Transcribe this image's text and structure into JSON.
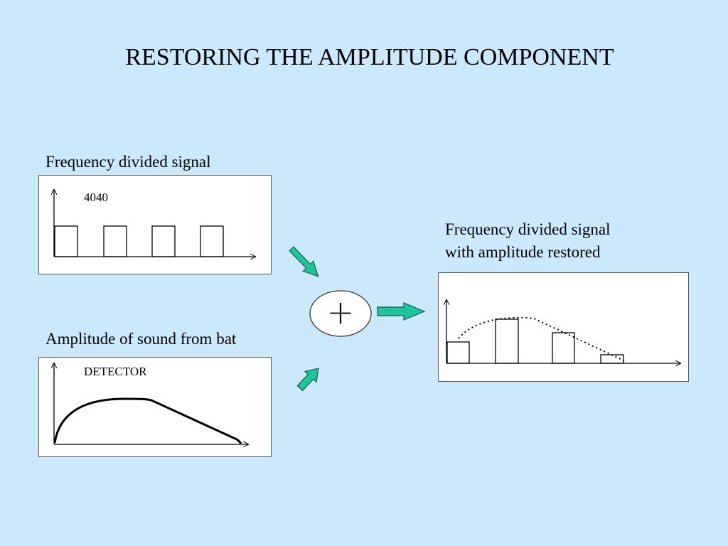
{
  "title": "RESTORING THE AMPLITUDE COMPONENT",
  "panels": {
    "frequency": {
      "label": "Frequency divided signal",
      "tag": "4040"
    },
    "amplitude": {
      "label": "Amplitude of sound from bat",
      "tag": "DETECTOR"
    },
    "restored": {
      "label_line1": "Frequency divided signal",
      "label_line2": "with amplitude restored"
    }
  },
  "operator": "+",
  "colors": {
    "background": "#cce8fb",
    "arrow_fill": "#1dc69a",
    "arrow_stroke": "#1a5a48"
  }
}
